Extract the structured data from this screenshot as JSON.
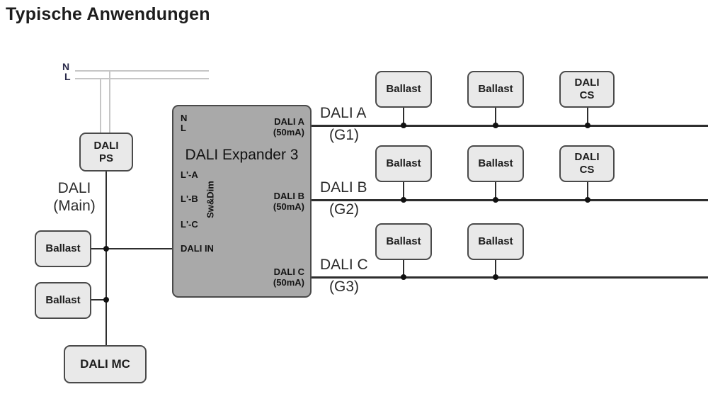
{
  "title": "Typische Anwendungen",
  "colors": {
    "bg": "#ffffff",
    "text": "#1d1d1d",
    "boxFill": "#e9e9e9",
    "boxBorder": "#4a4a4a",
    "expanderFill": "#a9a9a9",
    "busLine": "#2e2e2e",
    "mainsLine": "#c6c6c6"
  },
  "mains": {
    "n": "N",
    "l": "L"
  },
  "daliPs": {
    "line1": "DALI",
    "line2": "PS"
  },
  "daliMain": {
    "line1": "DALI",
    "line2": "(Main)"
  },
  "leftDevices": [
    {
      "label": "Ballast"
    },
    {
      "label": "Ballast"
    }
  ],
  "daliMc": {
    "label": "DALI MC"
  },
  "expander": {
    "name": "DALI Expander 3",
    "n": "N",
    "l": "L",
    "phases": [
      "L'-A",
      "L'-B",
      "L'-C"
    ],
    "swdim": "Sw&Dim",
    "daliIn": "DALI IN",
    "outputs": [
      {
        "name": "DALI A",
        "current": "(50mA)"
      },
      {
        "name": "DALI B",
        "current": "(50mA)"
      },
      {
        "name": "DALI C",
        "current": "(50mA)"
      }
    ]
  },
  "buses": [
    {
      "label": "DALI A",
      "group": "(G1)",
      "devices": [
        {
          "line1": "Ballast",
          "line2": ""
        },
        {
          "line1": "Ballast",
          "line2": ""
        },
        {
          "line1": "DALI",
          "line2": "CS"
        }
      ]
    },
    {
      "label": "DALI B",
      "group": "(G2)",
      "devices": [
        {
          "line1": "Ballast",
          "line2": ""
        },
        {
          "line1": "Ballast",
          "line2": ""
        },
        {
          "line1": "DALI",
          "line2": "CS"
        }
      ]
    },
    {
      "label": "DALI C",
      "group": "(G3)",
      "devices": [
        {
          "line1": "Ballast",
          "line2": ""
        },
        {
          "line1": "Ballast",
          "line2": ""
        }
      ]
    }
  ]
}
